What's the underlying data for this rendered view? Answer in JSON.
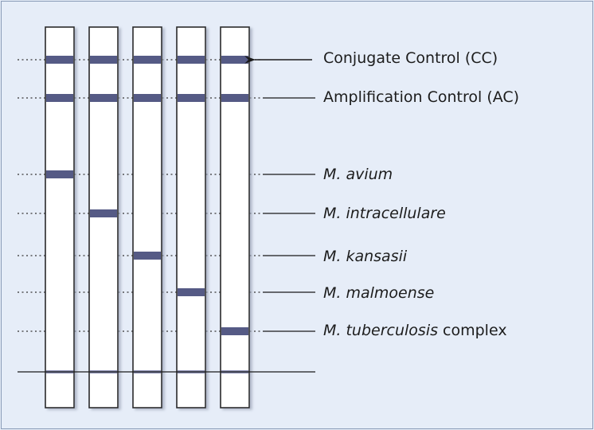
{
  "labels": {
    "cc": "Conjugate Control (CC)",
    "ac": "Amplification Control (AC)",
    "avium": "M. avium",
    "intracellulare": "M. intracellulare",
    "kansasii": "M. kansasii",
    "malmoense": "M. malmoense",
    "tb_italic": "M. tuberculosis",
    "tb_rest": " complex"
  },
  "colors": {
    "band": "#555a85",
    "band_light": "#8c8fb4",
    "strip_border": "#2a2a2a",
    "strip_fill": "#ffffff",
    "line": "#1a1a1a"
  },
  "strips": [
    {
      "bands": [
        "cc",
        "ac",
        "avium"
      ]
    },
    {
      "bands": [
        "cc",
        "ac",
        "intracellulare"
      ]
    },
    {
      "bands": [
        "cc",
        "ac",
        "kansasii"
      ]
    },
    {
      "bands": [
        "cc",
        "ac",
        "malmoense"
      ]
    },
    {
      "bands": [
        "cc",
        "ac",
        "tb"
      ]
    }
  ]
}
